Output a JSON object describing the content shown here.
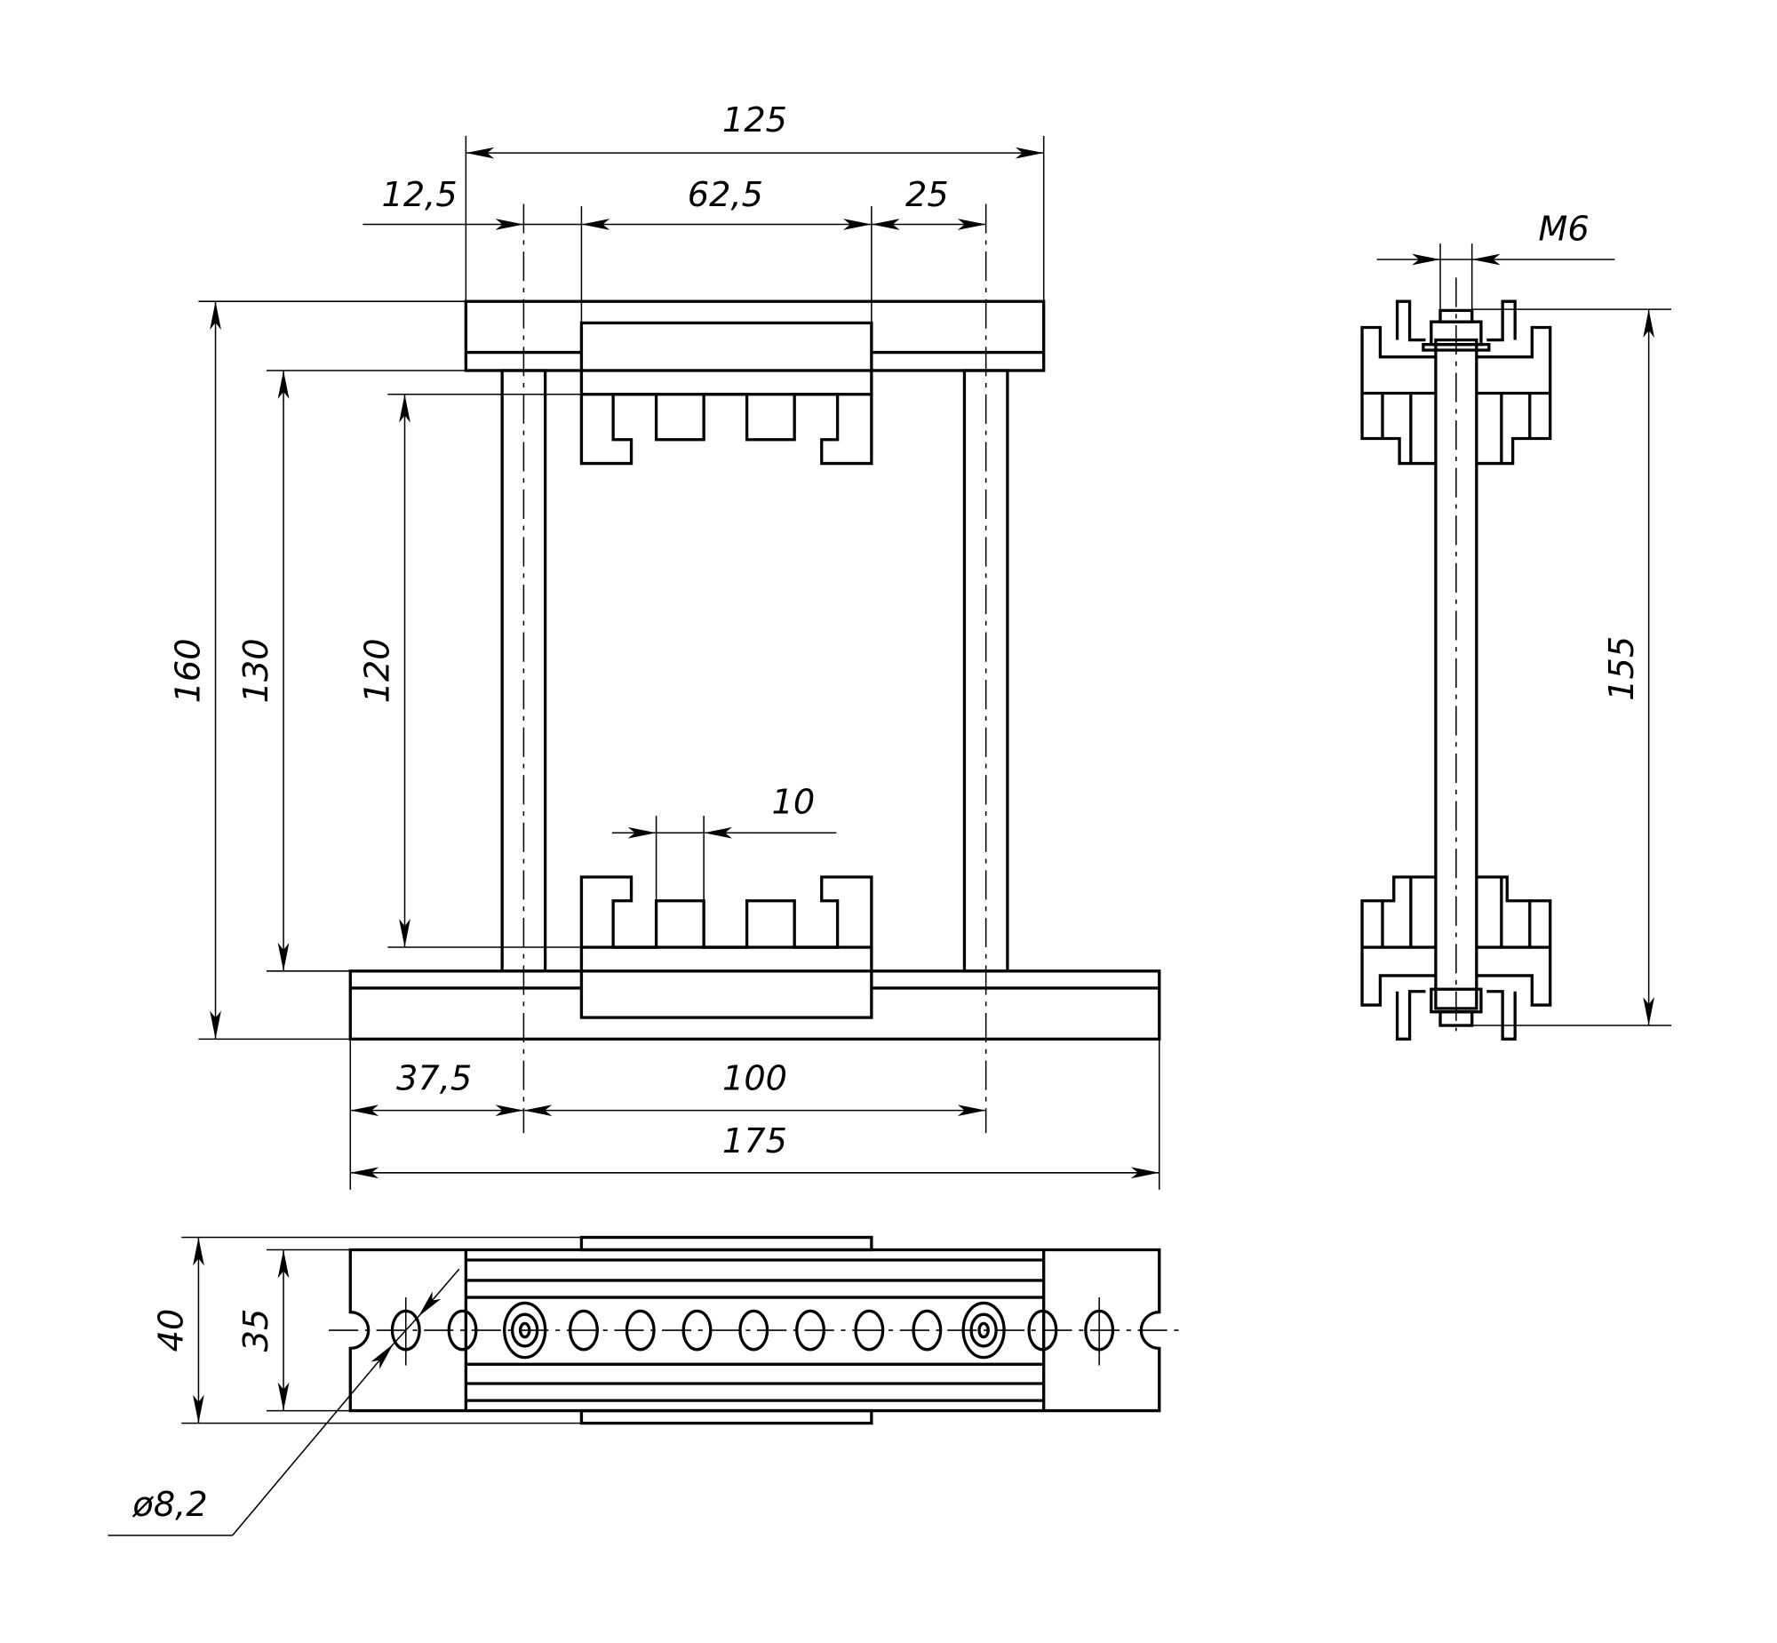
{
  "front_view": {
    "dims": {
      "overall_top_width": "125",
      "left_offset": "12,5",
      "block_width": "62,5",
      "right_offset": "25",
      "overall_height": "160",
      "rod_length": "130",
      "inner_height": "120",
      "slot_width": "10",
      "base_offset": "37,5",
      "rod_spacing": "100",
      "base_width": "175"
    }
  },
  "side_view": {
    "dims": {
      "thread": "M6",
      "height": "155"
    }
  },
  "top_view": {
    "dims": {
      "outer_depth": "40",
      "inner_depth": "35",
      "hole_diameter": "ø8,2"
    }
  },
  "colors": {
    "line": "#000000",
    "background": "#ffffff"
  }
}
